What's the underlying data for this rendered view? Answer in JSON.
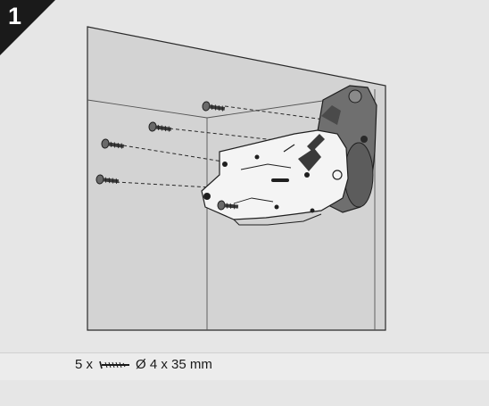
{
  "step": {
    "number": "1"
  },
  "caption": {
    "quantity": "5 x",
    "screw_icon": "screw-icon",
    "spec": "Ø 4 x 35 mm"
  },
  "colors": {
    "badge": "#1a1a1a",
    "background": "#e6e6e6",
    "cabinet_panel": "#d3d3d3",
    "mechanism": "#f2f2f2",
    "screws": "#3a3a3a"
  }
}
